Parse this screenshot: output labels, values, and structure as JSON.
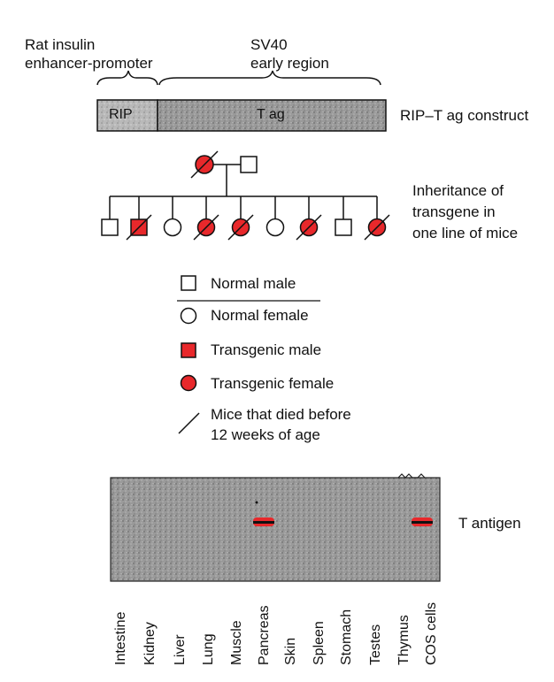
{
  "construct": {
    "promoter_label": [
      "Rat insulin",
      "enhancer-promoter"
    ],
    "region_label": [
      "SV40",
      "early region"
    ],
    "rip_box": "RIP",
    "tag_box": "T ag",
    "construct_label": "RIP–T ag construct"
  },
  "pedigree": {
    "caption": [
      "Inheritance of",
      "transgene in",
      "one line of mice"
    ],
    "parents": [
      {
        "symbol": "circle",
        "transgenic": true,
        "died": true
      },
      {
        "symbol": "square",
        "transgenic": false,
        "died": false
      }
    ],
    "offspring": [
      {
        "symbol": "square",
        "transgenic": false,
        "died": false
      },
      {
        "symbol": "square",
        "transgenic": true,
        "died": true
      },
      {
        "symbol": "circle",
        "transgenic": false,
        "died": false
      },
      {
        "symbol": "circle",
        "transgenic": true,
        "died": true
      },
      {
        "symbol": "circle",
        "transgenic": true,
        "died": true
      },
      {
        "symbol": "circle",
        "transgenic": false,
        "died": false
      },
      {
        "symbol": "circle",
        "transgenic": true,
        "died": true
      },
      {
        "symbol": "square",
        "transgenic": false,
        "died": false
      },
      {
        "symbol": "circle",
        "transgenic": true,
        "died": true
      }
    ]
  },
  "legend": {
    "normal_male": "Normal male",
    "normal_female": "Normal female",
    "transgenic_male": "Transgenic male",
    "transgenic_female": "Transgenic female",
    "died": [
      "Mice that died before",
      "12 weeks of age"
    ]
  },
  "blot": {
    "label": "T antigen",
    "lanes": [
      "Intestine",
      "Kidney",
      "Liver",
      "Lung",
      "Muscle",
      "Pancreas",
      "Skin",
      "Spleen",
      "Stomach",
      "Testes",
      "Thymus",
      "COS cells"
    ],
    "bands": [
      "Pancreas",
      "COS cells"
    ]
  },
  "colors": {
    "transgenic": "#e8282b",
    "blot": "#8d8d8d"
  }
}
